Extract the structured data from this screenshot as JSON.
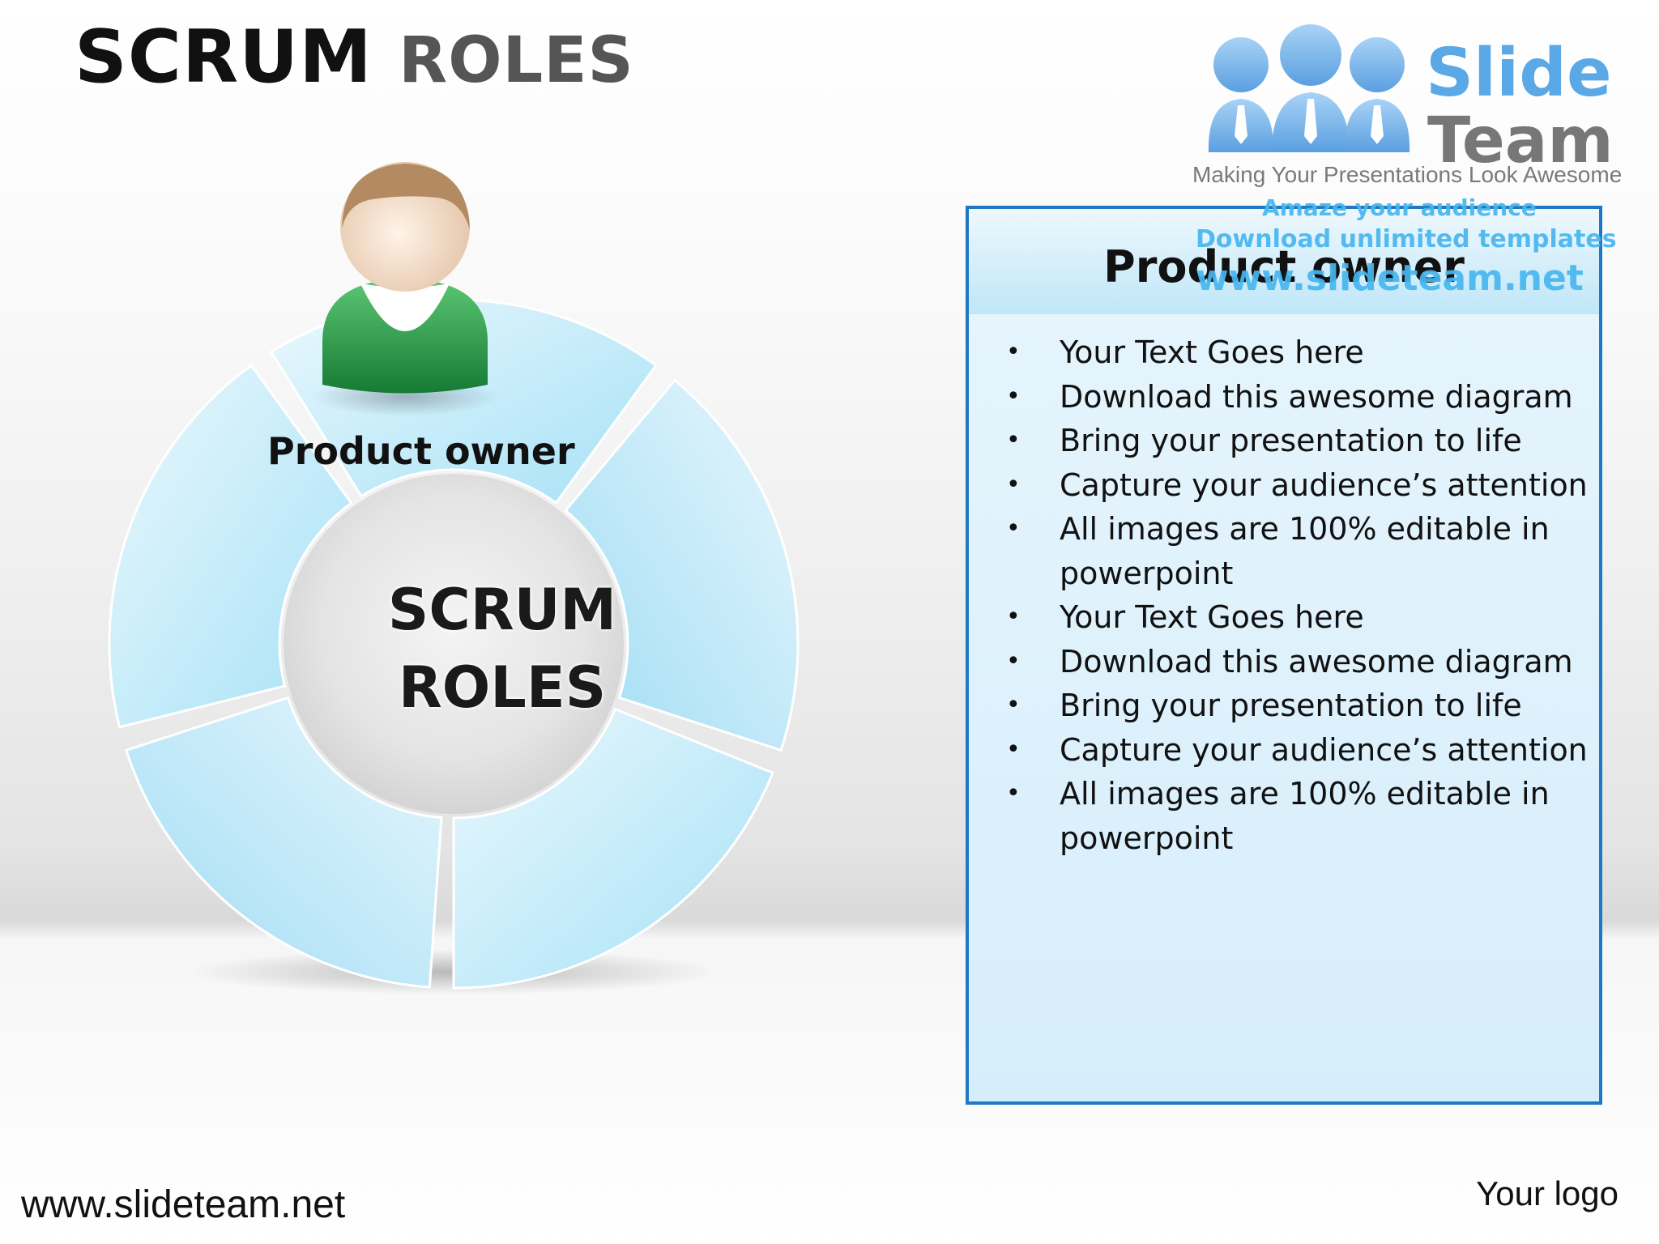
{
  "title": {
    "word1": "SCRUM",
    "word2": "ROLES"
  },
  "logo": {
    "line1": "Slide",
    "line2": "Team",
    "tagline": "Making Your Presentations Look Awesome",
    "colors": {
      "slide": "#5aa8e6",
      "team": "#777777",
      "figures": "#7fb6e8"
    }
  },
  "watermark": {
    "line1": "Amaze your audience",
    "line2": "Download unlimited templates",
    "line3": "www.slideteam.net"
  },
  "diagram": {
    "segment_label": "Product owner",
    "center_label_line1": "SCRUM",
    "center_label_line2": "ROLES",
    "segment_count": 5,
    "segment_color": "#bfe8f8",
    "person_icon": "person-icon",
    "person_shirt_color": "#2f9a4c"
  },
  "panel": {
    "title": "Product owner",
    "bullets": [
      "Your Text Goes here",
      "Download this awesome diagram",
      "Bring your presentation to life",
      "Capture your audience’s attention",
      "All images are 100% editable in powerpoint",
      "Your Text Goes here",
      "Download this awesome diagram",
      "Bring your presentation to life",
      "Capture your audience’s attention",
      "All images are 100% editable in powerpoint"
    ],
    "border_color": "#1f78c1"
  },
  "footer": {
    "url": "www.slideteam.net",
    "logo_text": "Your logo"
  }
}
